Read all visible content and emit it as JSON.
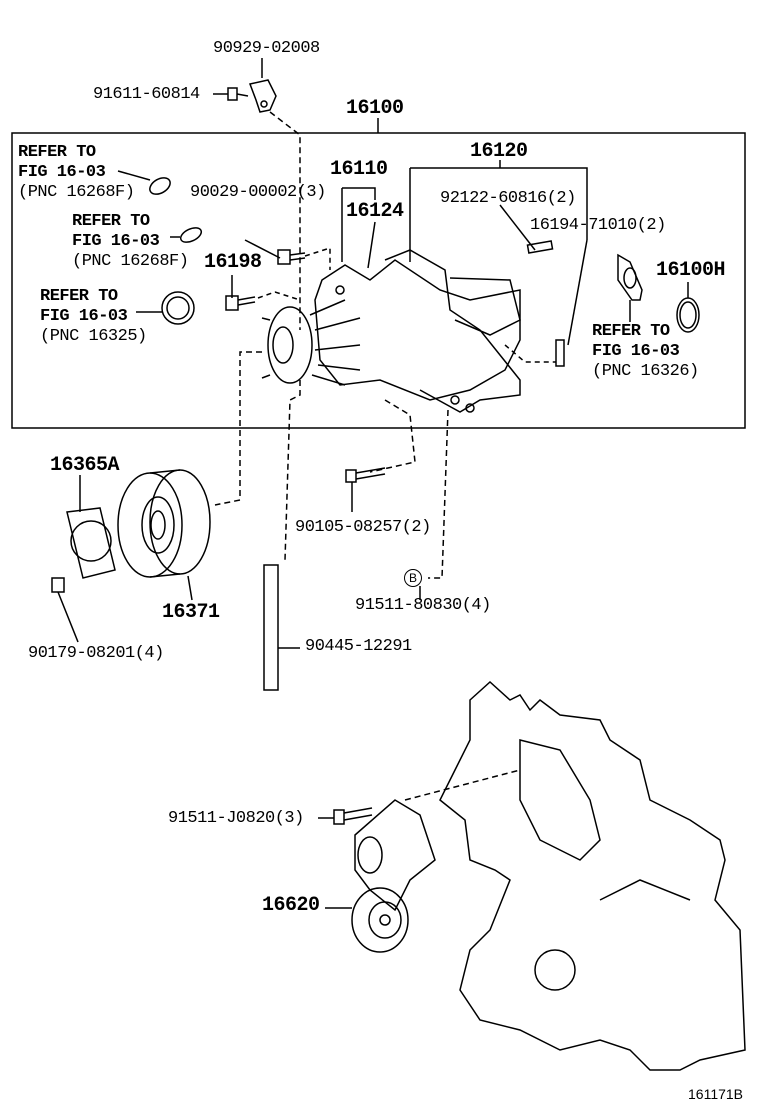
{
  "diagram": {
    "frame_label": "16100",
    "figure_code": "161171B",
    "parts": {
      "p90929": "90929-02008",
      "p91611": "91611-60814",
      "p16110": "16110",
      "p16120": "16120",
      "p16124": "16124",
      "p90029": "90029-00002(3)",
      "p92122": "92122-60816(2)",
      "p16194": "16194-71010(2)",
      "p16198": "16198",
      "p16100H": "16100H",
      "p16365A": "16365A",
      "p16371": "16371",
      "p90105": "90105-08257(2)",
      "p91511_80830": "91511-80830(4)",
      "p90179": "90179-08201(4)",
      "p90445": "90445-12291",
      "p91511_J0820": "91511-J0820(3)",
      "p16620": "16620"
    },
    "callout_b": "B",
    "references": [
      {
        "line1": "REFER TO",
        "line2": "FIG 16-03",
        "line3": "(PNC 16268F)"
      },
      {
        "line1": "REFER TO",
        "line2": "FIG 16-03",
        "line3": "(PNC 16268F)"
      },
      {
        "line1": "REFER TO",
        "line2": "FIG 16-03",
        "line3": "(PNC 16325)"
      },
      {
        "line1": "REFER TO",
        "line2": "FIG 16-03",
        "line3": "(PNC 16326)"
      }
    ]
  }
}
